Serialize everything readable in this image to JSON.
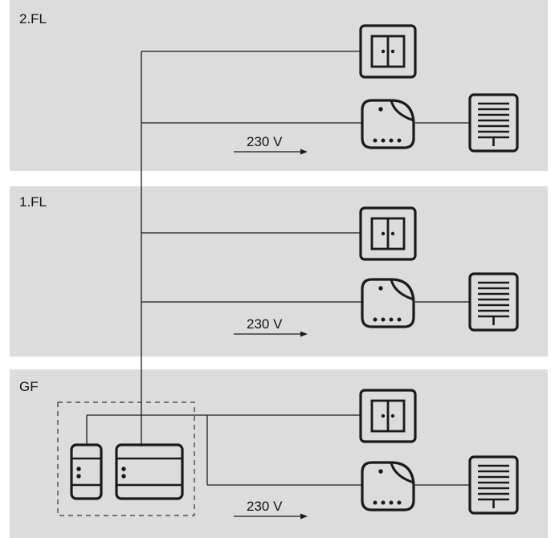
{
  "floors": [
    {
      "label": "2.FL",
      "voltage": "230 V"
    },
    {
      "label": "1.FL",
      "voltage": "230 V"
    },
    {
      "label": "GF",
      "voltage": "230 V"
    }
  ],
  "colors": {
    "floor_band": "#dcdcdc",
    "line": "#1a1a1a"
  },
  "icons": {
    "switch": "wall-switch-icon",
    "actuator": "flush-mount-actuator-icon",
    "blind": "blind-shutter-icon",
    "din_small": "din-rail-small-module-icon",
    "din_large": "din-rail-large-module-icon"
  }
}
